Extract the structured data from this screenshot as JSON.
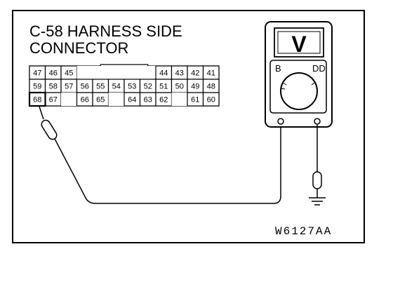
{
  "title_line1": "C-58 HARNESS SIDE",
  "title_line2": "CONNECTOR",
  "connector": {
    "rows": [
      [
        "47",
        "46",
        "45",
        "",
        "",
        "",
        "",
        "",
        "44",
        "43",
        "42",
        "41"
      ],
      [
        "59",
        "58",
        "57",
        "56",
        "55",
        "54",
        "53",
        "52",
        "51",
        "50",
        "49",
        "48"
      ],
      [
        "68",
        "67",
        "",
        "66",
        "65",
        "",
        "64",
        "63",
        "62",
        "",
        "61",
        "60"
      ]
    ]
  },
  "meter": {
    "display_symbol": "V",
    "range_label": "B",
    "side_label": "DD"
  },
  "figure_code": "W6127AA"
}
